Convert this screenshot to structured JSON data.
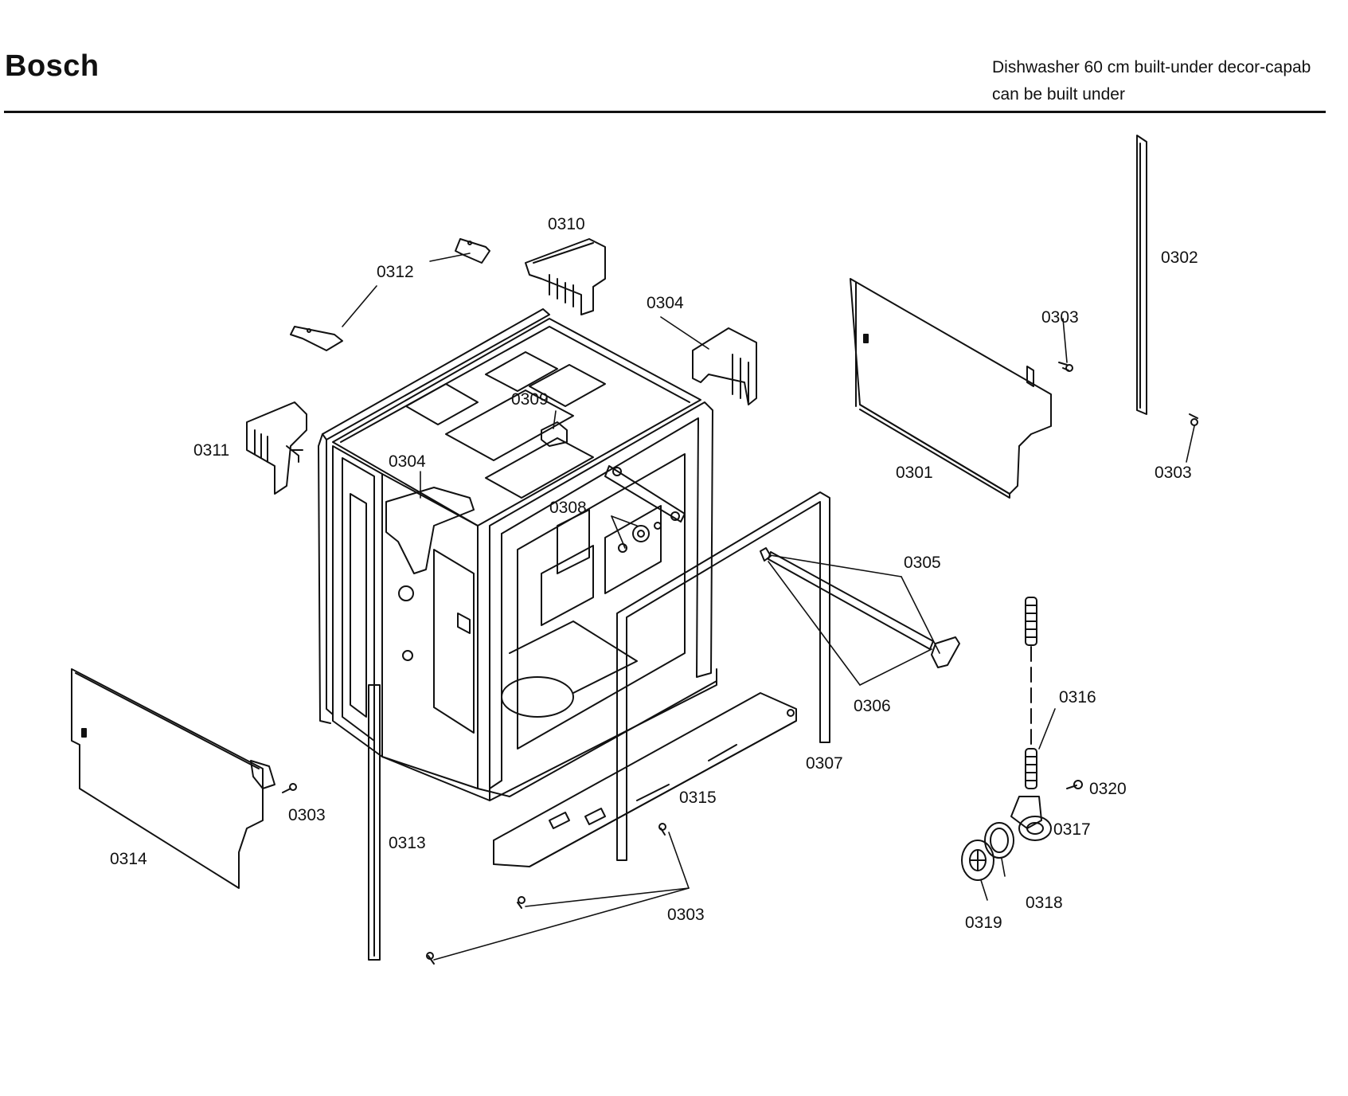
{
  "header": {
    "brand": "Bosch",
    "description_line1": "Dishwasher 60 cm built-under decor-capab",
    "description_line2": "can be built under"
  },
  "callouts": {
    "c0301": "0301",
    "c0302": "0302",
    "c0303": "0303",
    "c0304": "0304",
    "c0305": "0305",
    "c0306": "0306",
    "c0307": "0307",
    "c0308": "0308",
    "c0309": "0309",
    "c0310": "0310",
    "c0311": "0311",
    "c0312": "0312",
    "c0313": "0313",
    "c0314": "0314",
    "c0315": "0315",
    "c0316": "0316",
    "c0317": "0317",
    "c0318": "0318",
    "c0319": "0319",
    "c0320": "0320"
  }
}
